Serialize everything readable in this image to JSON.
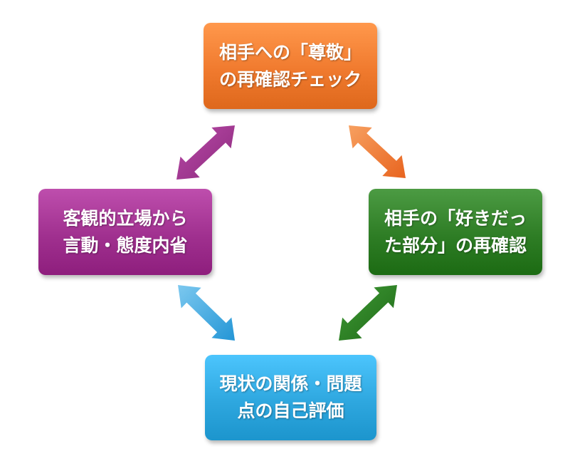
{
  "nodes": {
    "top": {
      "lines": [
        "相手への「尊敬」",
        "の再確認チェック"
      ],
      "color": "#f07a2e"
    },
    "right": {
      "lines": [
        "相手の「好きだっ",
        "た部分」の再確認"
      ],
      "color": "#2e7d25"
    },
    "bottom": {
      "lines": [
        "現状の関係・問題",
        "点の自己評価"
      ],
      "color": "#2ea7df"
    },
    "left": {
      "lines": [
        "客観的立場から",
        "言動・態度内省"
      ],
      "color": "#a0308f"
    }
  },
  "arrows": [
    {
      "name": "arrow-top-right",
      "from": "top",
      "to": "right",
      "color": "#f07a2e"
    },
    {
      "name": "arrow-right-bottom",
      "from": "right",
      "to": "bottom",
      "color": "#2e7d25"
    },
    {
      "name": "arrow-bottom-left",
      "from": "bottom",
      "to": "left",
      "color": "#2ea7df"
    },
    {
      "name": "arrow-left-top",
      "from": "left",
      "to": "top",
      "color": "#a0308f"
    }
  ]
}
